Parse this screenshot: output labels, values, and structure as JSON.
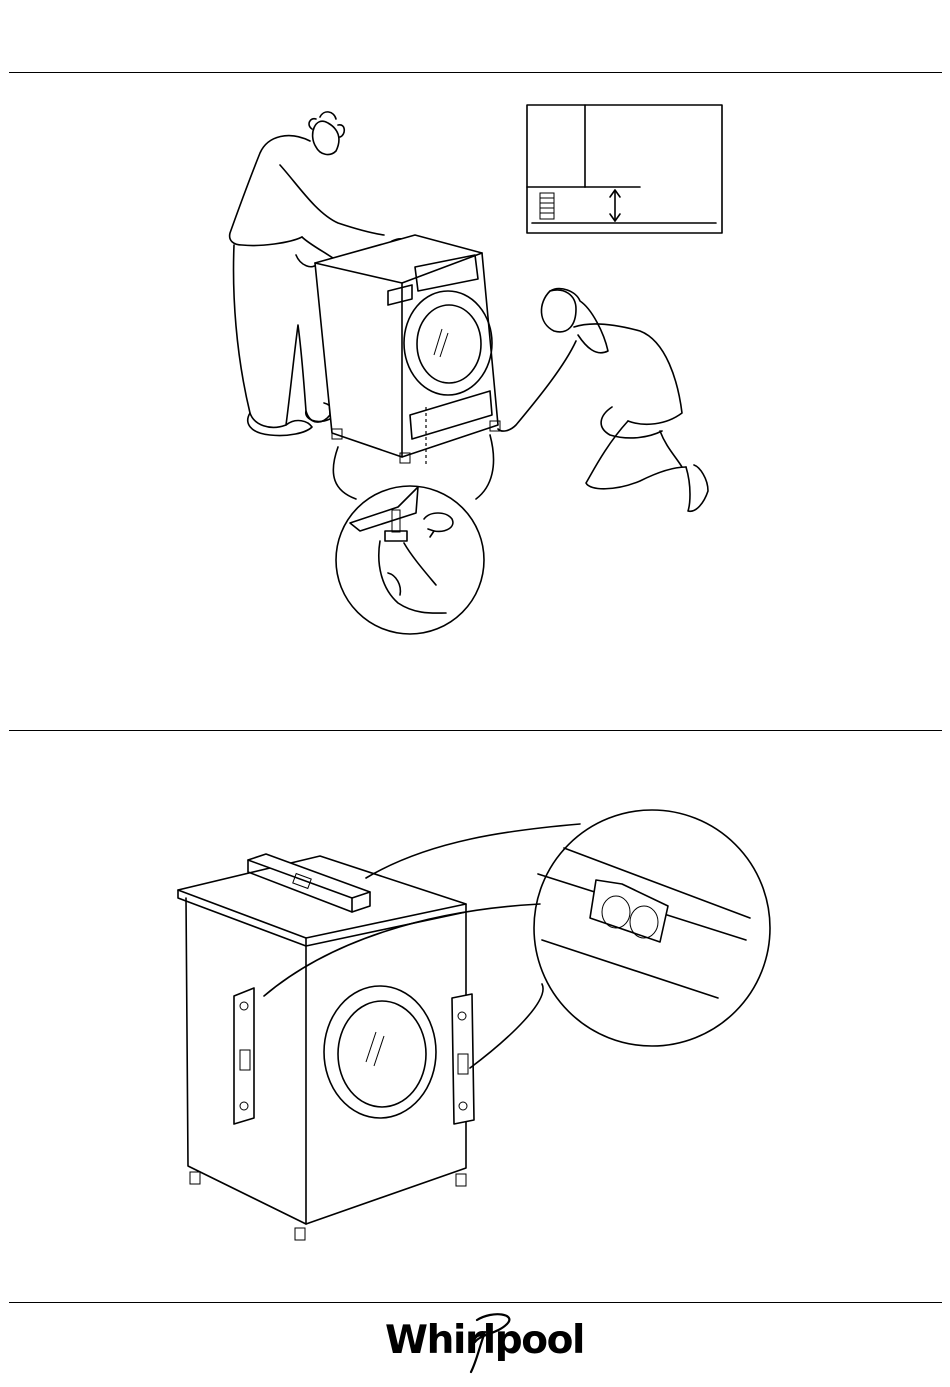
{
  "page": {
    "brand": {
      "logo_text": "Whirlpool",
      "logo_icon": "whirlpool-swirl-logo"
    },
    "figures": [
      {
        "id": "leveling-feet-adjustment",
        "icon": "technical-line-drawing"
      },
      {
        "id": "spirit-level-check",
        "icon": "technical-line-drawing"
      }
    ]
  }
}
